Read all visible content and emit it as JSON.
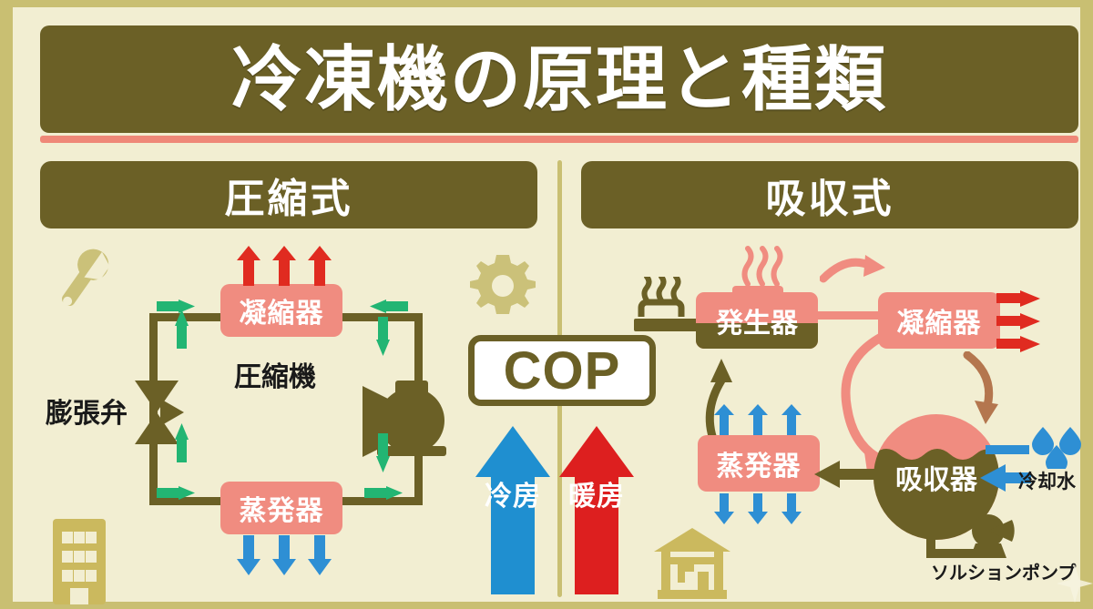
{
  "header": {
    "title": "冷凍機の原理と種類",
    "accent_rule_color": "#ef8878"
  },
  "colors": {
    "frame": "#c9bf72",
    "panel": "#f2eed2",
    "dark_olive": "#6b6026",
    "salmon": "#f08c80",
    "green_arrow": "#22b573",
    "blue_arrow": "#2e8fd4",
    "red_arrow": "#e02b20",
    "cool_blue": "#1f8fd0",
    "heat_red": "#dd1f1f",
    "deco_khaki": "#cbc179"
  },
  "sections": [
    {
      "id": "compression",
      "label": "圧縮式"
    },
    {
      "id": "absorption",
      "label": "吸収式"
    }
  ],
  "center": {
    "cop_label": "COP",
    "cooling_label": "冷房",
    "heating_label": "暖房",
    "gear_icon": "gear-icon"
  },
  "compression_cycle": {
    "components": [
      {
        "name": "condenser",
        "label": "凝縮器",
        "style": "pink-box"
      },
      {
        "name": "compressor",
        "label": "圧縮機",
        "style": "text-label"
      },
      {
        "name": "expansion-valve",
        "label": "膨張弁",
        "style": "text-label"
      },
      {
        "name": "evaporator",
        "label": "蒸発器",
        "style": "pink-box"
      }
    ],
    "heat_out_arrows": 3,
    "heat_in_arrows": 3,
    "flow_arrow_count": 8,
    "decorations": [
      "wrench-icon",
      "office-building-icon"
    ]
  },
  "absorption_cycle": {
    "components": [
      {
        "name": "generator",
        "label": "発生器",
        "style": "half-box"
      },
      {
        "name": "condenser",
        "label": "凝縮器",
        "style": "pink-box"
      },
      {
        "name": "evaporator",
        "label": "蒸発器",
        "style": "pink-box"
      },
      {
        "name": "absorber",
        "label": "吸収器",
        "style": "sphere"
      }
    ],
    "annotations": [
      {
        "name": "cooling-water",
        "label": "冷却水"
      },
      {
        "name": "solution-pump",
        "label": "ソルションポンプ"
      }
    ],
    "heat_out_arrows": 3,
    "evaporator_up_arrows": 3,
    "evaporator_down_arrows": 3,
    "water_drop_count": 3,
    "decorations": [
      "heat-source-icon",
      "steam-icon",
      "house-icon"
    ]
  }
}
